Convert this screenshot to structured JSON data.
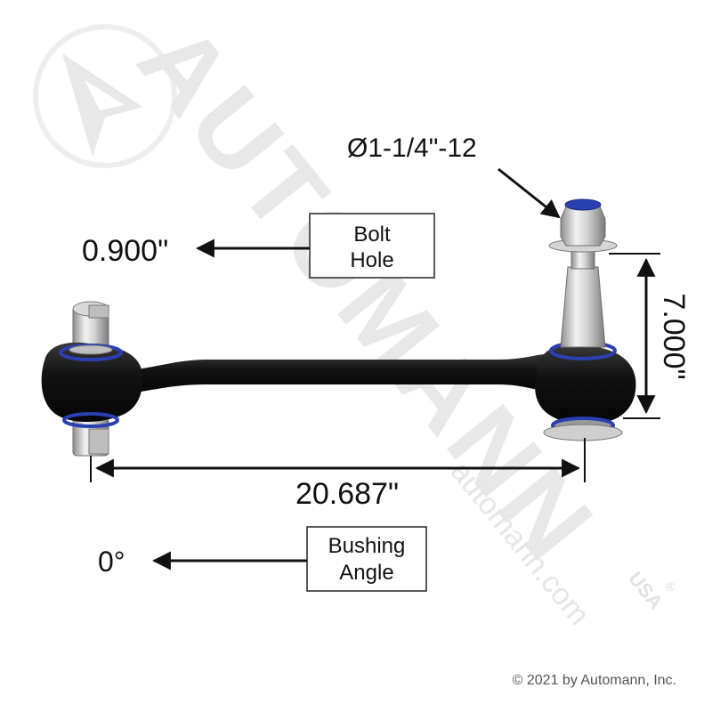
{
  "watermark": {
    "brand": "AUTOMANN",
    "url": "automann.com",
    "mark": "USA",
    "registered": "®"
  },
  "dimensions": {
    "thread_spec": "Ø1-1/4\"-12",
    "bolt_hole_value": "0.900\"",
    "bolt_hole_label_line1": "Bolt",
    "bolt_hole_label_line2": "Hole",
    "height": "7.000\"",
    "length": "20.687\"",
    "bushing_angle_value": "0°",
    "bushing_angle_label_line1": "Bushing",
    "bushing_angle_label_line2": "Angle"
  },
  "copyright": "© 2021 by Automann, Inc.",
  "colors": {
    "rod": "#151515",
    "bushing_ring": "#2a3fb0",
    "metal": "#c8c8c8",
    "dim_line": "#111111",
    "watermark": "#e9e9e9"
  }
}
